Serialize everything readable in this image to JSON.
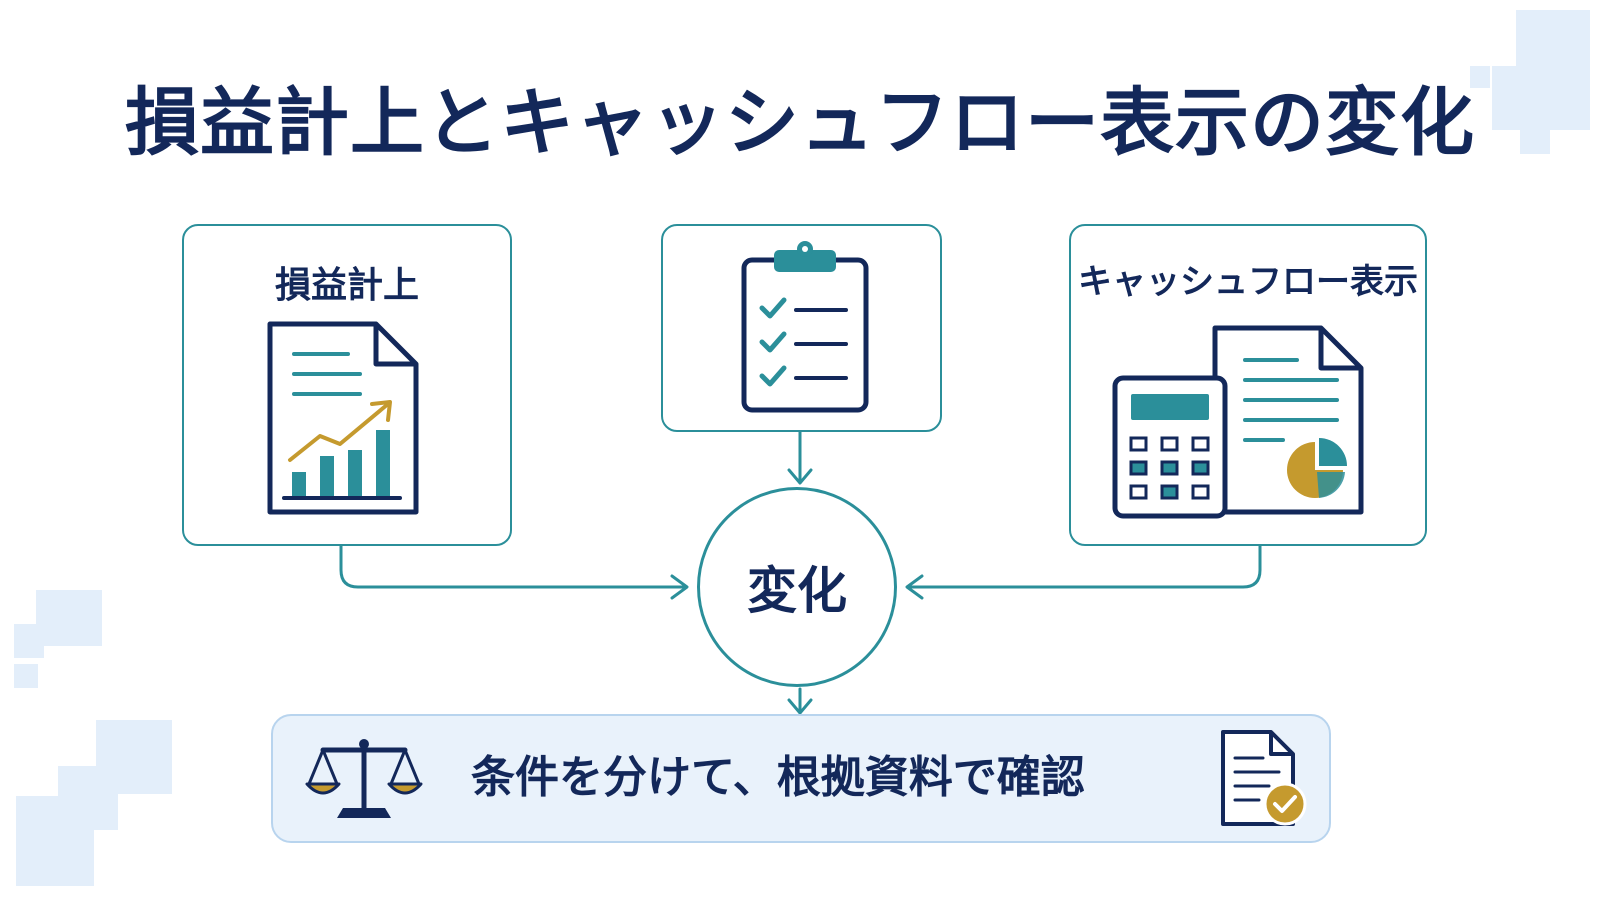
{
  "title": "損益計上とキャッシュフロー表示の変化",
  "left_box": {
    "label": "損益計上",
    "icon": "report-chart-icon"
  },
  "center_box": {
    "icon": "clipboard-checklist-icon"
  },
  "right_box": {
    "label": "キャッシュフロー表示",
    "icon": "calculator-document-icon"
  },
  "hub": {
    "label": "変化"
  },
  "bottom_banner": {
    "text": "条件を分けて、根拠資料で確認",
    "left_icon": "balance-scale-icon",
    "right_icon": "verified-document-icon"
  },
  "colors": {
    "navy": "#13285a",
    "teal": "#2b8f9a",
    "gold": "#c59a2e",
    "banner_bg": "#e9f2fb",
    "banner_border": "#b8d4ee",
    "deco": "#e3eefa"
  }
}
